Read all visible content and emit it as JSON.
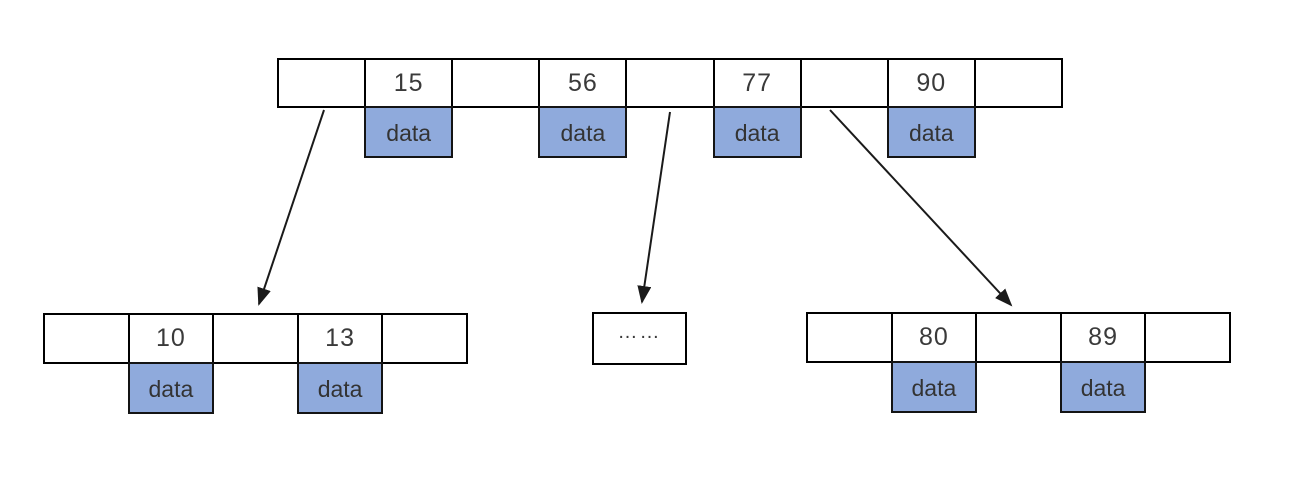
{
  "diagram": {
    "type": "b-plus-tree-structure",
    "data_box_label": "data",
    "ellipsis_label": "……"
  },
  "colors": {
    "node_border": "#000000",
    "data_box_fill": "#8FAADC",
    "data_box_border": "#141414",
    "text": "#3a3a3a",
    "arrow": "#1a1a1a",
    "node_fill": "#ffffff"
  },
  "nodes": [
    {
      "id": "root",
      "cells": [
        {
          "type": "pointer"
        },
        {
          "type": "key",
          "value": "15",
          "has_data": true
        },
        {
          "type": "pointer"
        },
        {
          "type": "key",
          "value": "56",
          "has_data": true
        },
        {
          "type": "pointer"
        },
        {
          "type": "key",
          "value": "77",
          "has_data": true
        },
        {
          "type": "pointer"
        },
        {
          "type": "key",
          "value": "90",
          "has_data": true
        },
        {
          "type": "pointer"
        }
      ]
    },
    {
      "id": "left-child",
      "cells": [
        {
          "type": "pointer"
        },
        {
          "type": "key",
          "value": "10",
          "has_data": true
        },
        {
          "type": "pointer"
        },
        {
          "type": "key",
          "value": "13",
          "has_data": true
        },
        {
          "type": "pointer"
        }
      ]
    },
    {
      "id": "middle",
      "cells": [
        {
          "type": "ellipsis",
          "value": "……"
        }
      ]
    },
    {
      "id": "right-child",
      "cells": [
        {
          "type": "pointer"
        },
        {
          "type": "key",
          "value": "80",
          "has_data": true
        },
        {
          "type": "pointer"
        },
        {
          "type": "key",
          "value": "89",
          "has_data": true
        },
        {
          "type": "pointer"
        }
      ]
    }
  ],
  "connections": [
    {
      "from": "root-cell-1-pointer",
      "to": "left-child"
    },
    {
      "from": "root-cell-5-pointer",
      "to": "middle"
    },
    {
      "from": "root-cell-7-pointer",
      "to": "right-child"
    }
  ]
}
